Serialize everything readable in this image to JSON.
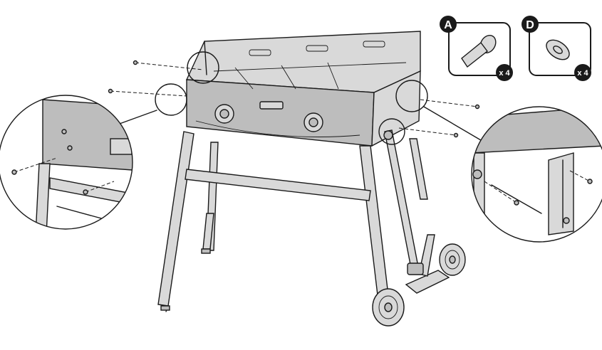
{
  "parts": [
    {
      "letter": "A",
      "quantity": "x 4",
      "icon": "screw-icon"
    },
    {
      "letter": "D",
      "quantity": "x 4",
      "icon": "washer-icon"
    }
  ],
  "colors": {
    "line": "#1a1a1a",
    "panel": "#bdbdbd",
    "leg": "#d9d9d9"
  }
}
